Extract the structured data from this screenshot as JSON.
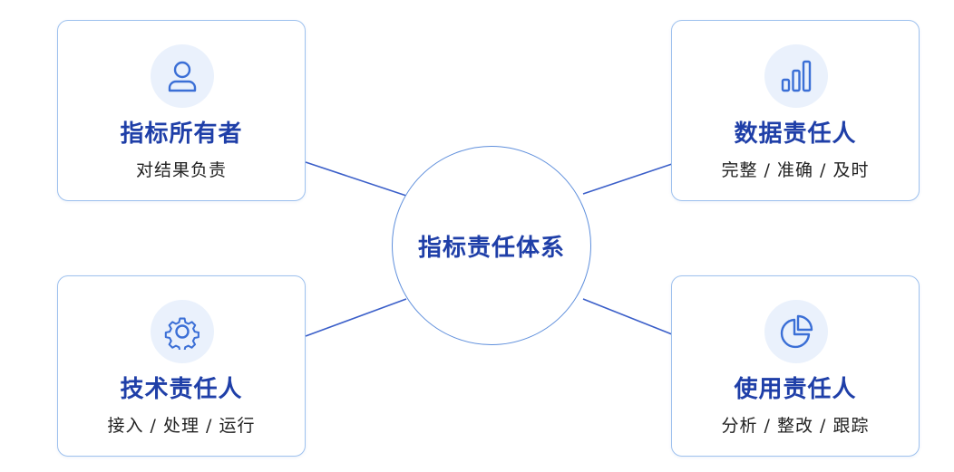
{
  "center": {
    "title": "指标责任体系"
  },
  "roles": [
    {
      "title": "指标所有者",
      "desc": "对结果负责",
      "icon": "user-icon"
    },
    {
      "title": "数据责任人",
      "desc": "完整 / 准确 / 及时",
      "icon": "bar-chart-icon"
    },
    {
      "title": "技术责任人",
      "desc": "接入 / 处理 / 运行",
      "icon": "gear-icon"
    },
    {
      "title": "使用责任人",
      "desc": "分析 / 整改 / 跟踪",
      "icon": "pie-chart-icon"
    }
  ],
  "colors": {
    "accent": "#1f3fa8",
    "icon_stroke": "#3b6fd6",
    "card_border": "#9ec1ee",
    "icon_background": "#eaf1fc",
    "connector": "#3b5fc9"
  }
}
